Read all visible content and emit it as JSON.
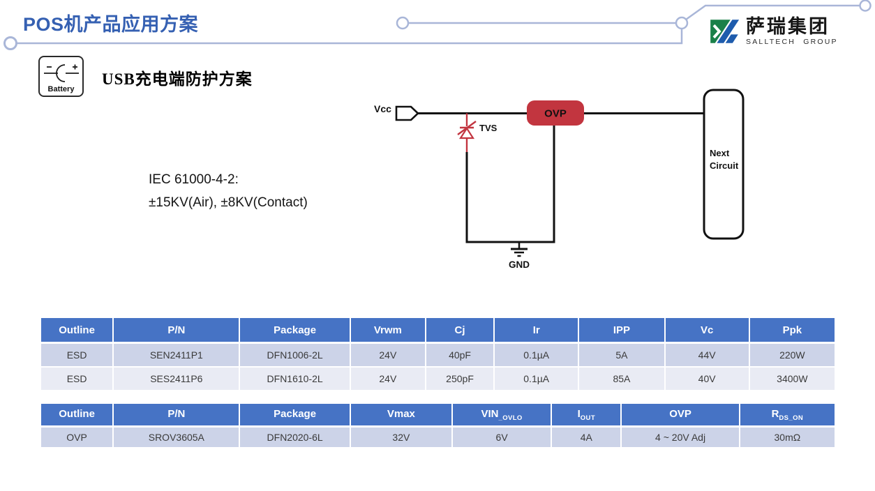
{
  "page": {
    "title": "POS机产品应用方案"
  },
  "logo": {
    "name_cn": "萨瑞集团",
    "name_en": "SALLTECH GROUP"
  },
  "section": {
    "icon_label": "Battery",
    "heading": "USB充电端防护方案"
  },
  "note": {
    "line1": "IEC 61000-4-2:",
    "line2": "±15KV(Air), ±8KV(Contact)"
  },
  "circuit": {
    "vcc_label": "Vcc",
    "tvs_label": "TVS",
    "ovp_label": "OVP",
    "gnd_label": "GND",
    "next_circuit_line1": "Next",
    "next_circuit_line2": "Circuit"
  },
  "tables": [
    {
      "headers": [
        "Outline",
        "P/N",
        "Package",
        "Vrwm",
        "Cj",
        "Ir",
        "IPP",
        "Vc",
        "Ppk"
      ],
      "rows": [
        [
          "ESD",
          "SEN2411P1",
          "DFN1006-2L",
          "24V",
          "40pF",
          "0.1µA",
          "5A",
          "44V",
          "220W"
        ],
        [
          "ESD",
          "SES2411P6",
          "DFN1610-2L",
          "24V",
          "250pF",
          "0.1µA",
          "85A",
          "40V",
          "3400W"
        ]
      ]
    },
    {
      "headers": [
        {
          "main": "Outline",
          "sub": ""
        },
        {
          "main": "P/N",
          "sub": ""
        },
        {
          "main": "Package",
          "sub": ""
        },
        {
          "main": "Vmax",
          "sub": ""
        },
        {
          "main": "VIN",
          "sub": "_OVLO"
        },
        {
          "main": "I",
          "sub": "OUT"
        },
        {
          "main": "OVP",
          "sub": ""
        },
        {
          "main": "R",
          "sub": "DS_ON"
        }
      ],
      "rows": [
        [
          "OVP",
          "SROV3605A",
          "DFN2020-6L",
          "32V",
          "6V",
          "4A",
          "4 ~ 20V Adj",
          "30mΩ"
        ]
      ]
    }
  ],
  "colors": {
    "title_blue": "#3560b2",
    "table_header_blue": "#4673c5",
    "row_shade_dark": "#ccd3e8",
    "row_shade_light": "#e9ebf4",
    "ovp_red": "#c2353f",
    "tvs_red": "#c23540",
    "deco_line": "#a9b6d8",
    "logo_green": "#1a8049",
    "logo_blue": "#1e5cad"
  }
}
